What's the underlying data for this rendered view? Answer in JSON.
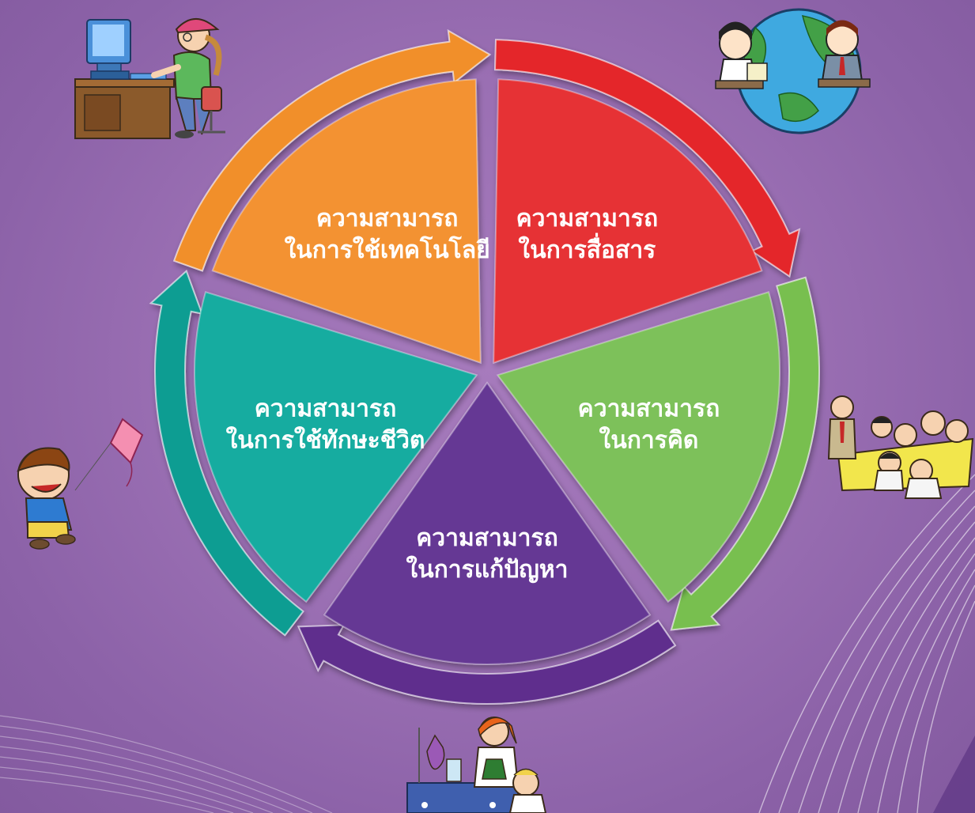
{
  "diagram": {
    "segments": [
      {
        "id": "technology",
        "line1": "ความสามารถ",
        "line2": "ในการใช้เทคโนโลยี",
        "color": "#f39233",
        "arrow_color": "#f18f2c"
      },
      {
        "id": "communication",
        "line1": "ความสามารถ",
        "line2": "ในการสื่อสาร",
        "color": "#e63236",
        "arrow_color": "#e4262c"
      },
      {
        "id": "thinking",
        "line1": "ความสามารถ",
        "line2": "ในการคิด",
        "color": "#7dc15a",
        "arrow_color": "#78bf4f"
      },
      {
        "id": "problem-solving",
        "line1": "ความสามารถ",
        "line2": "ในการแก้ปัญหา",
        "color": "#653894",
        "arrow_color": "#5f2f8d"
      },
      {
        "id": "life-skills",
        "line1": "ความสามารถ",
        "line2": "ในการใช้ทักษะชีวิต",
        "color": "#15aca0",
        "arrow_color": "#119d92"
      }
    ]
  },
  "illustrations": {
    "computer_user": "computer-user-illustration",
    "globe_phone": "globe-phone-call-illustration",
    "team_meeting": "team-meeting-illustration",
    "kite_boy": "kite-boy-illustration",
    "lab_scientists": "lab-scientists-illustration"
  }
}
